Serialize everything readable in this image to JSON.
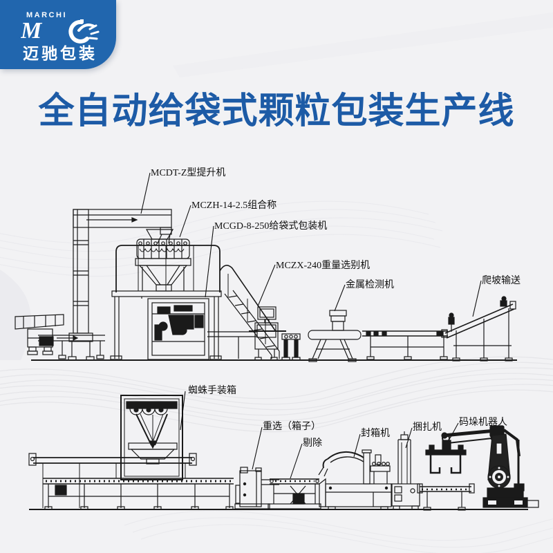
{
  "colors": {
    "background": "#f2f2f4",
    "brand_blue": "#2166ae",
    "title_blue": "#1d5ba6",
    "line": "#1a1a1a"
  },
  "logo": {
    "brand_en": "MARCHI",
    "brand_cn": "迈驰包装"
  },
  "title": {
    "text": "全自动给袋式颗粒包装生产线"
  },
  "diagram": {
    "upper": {
      "labels": [
        {
          "id": "elevator",
          "text": "MCDT-Z型提升机"
        },
        {
          "id": "combination-weigher",
          "text": "MCZH-14-2.5组合称"
        },
        {
          "id": "bag-packer",
          "text": "MCGD-8-250给袋式包装机"
        },
        {
          "id": "weight-sorter",
          "text": "MCZX-240重量选别机"
        },
        {
          "id": "metal-detector",
          "text": "金属检测机"
        },
        {
          "id": "incline-conveyor",
          "text": "爬坡输送"
        }
      ]
    },
    "lower": {
      "labels": [
        {
          "id": "spider-hand-case-packer",
          "text": "蜘蛛手装箱"
        },
        {
          "id": "recheck-weigher",
          "text": "重选（箱子）"
        },
        {
          "id": "reject",
          "text": "剔除"
        },
        {
          "id": "carton-sealer",
          "text": "封箱机"
        },
        {
          "id": "strapping-machine",
          "text": "捆扎机"
        },
        {
          "id": "palletizing-robot",
          "text": "码垛机器人"
        }
      ]
    }
  }
}
